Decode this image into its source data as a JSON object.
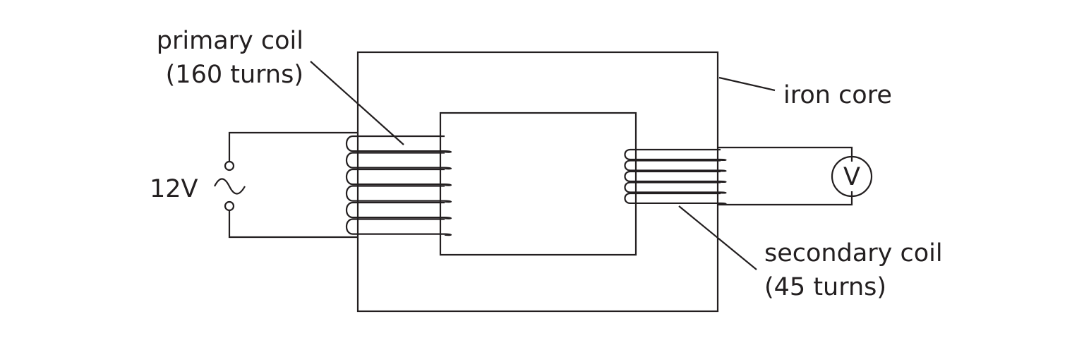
{
  "labels": {
    "primary_coil": "primary coil",
    "primary_turns": "(160 turns)",
    "iron_core": "iron core",
    "supply_voltage": "12V",
    "voltmeter": "V",
    "secondary_coil": "secondary coil",
    "secondary_turns": "(45 turns)"
  },
  "colors": {
    "ink": "#231f20",
    "background": "#ffffff"
  },
  "icons": {
    "ac_source": "ac-symbol-icon",
    "voltmeter": "voltmeter-icon"
  }
}
